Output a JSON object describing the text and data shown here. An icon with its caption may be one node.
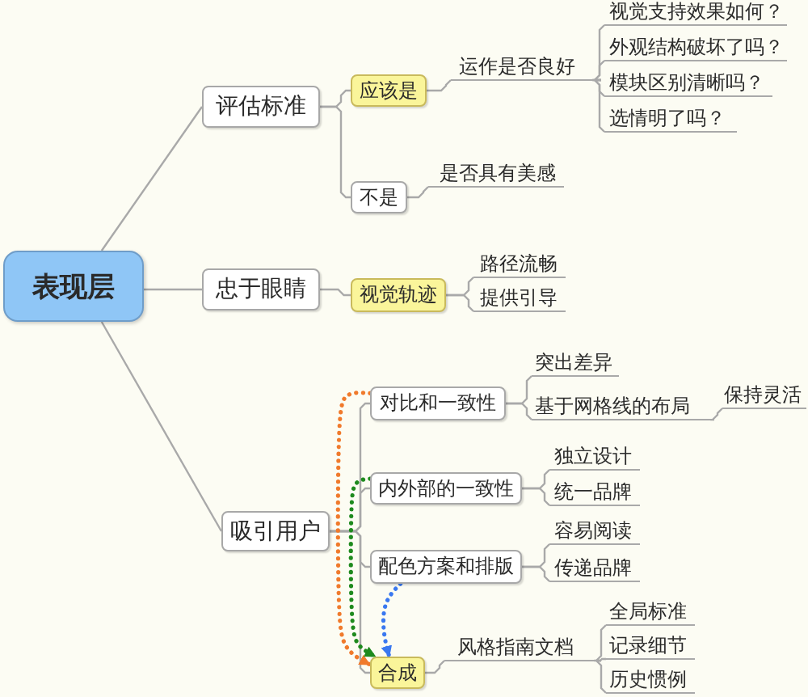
{
  "diagram": {
    "nodes": [
      {
        "text": [
          "表现层"
        ]
      },
      {
        "text": [
          "评估标准"
        ]
      },
      {
        "text": [
          "应该是"
        ]
      },
      {
        "text": [
          "运作是否良好"
        ]
      },
      {
        "text": [
          "视觉支持效果如何？"
        ]
      },
      {
        "text": [
          "外观结构破坏了吗？"
        ]
      },
      {
        "text": [
          "模块区别清晰吗？"
        ]
      },
      {
        "text": [
          "选情明了吗？"
        ]
      },
      {
        "text": [
          "不是"
        ]
      },
      {
        "text": [
          "是否具有美感"
        ]
      },
      {
        "text": [
          "忠于眼睛"
        ]
      },
      {
        "text": [
          "视觉轨迹"
        ]
      },
      {
        "text": [
          "路径流畅"
        ]
      },
      {
        "text": [
          "提供引导"
        ]
      },
      {
        "text": [
          "吸引用户"
        ]
      },
      {
        "text": [
          "对比和一致性"
        ]
      },
      {
        "text": [
          "突出差异"
        ]
      },
      {
        "text": [
          "基于网格线的布局"
        ]
      },
      {
        "text": [
          "保持灵活"
        ]
      },
      {
        "text": [
          "内外部的一致性"
        ]
      },
      {
        "text": [
          "独立设计"
        ]
      },
      {
        "text": [
          "统一品牌"
        ]
      },
      {
        "text": [
          "配色方案和排版"
        ]
      },
      {
        "text": [
          "容易阅读"
        ]
      },
      {
        "text": [
          "传递品牌"
        ]
      },
      {
        "text": [
          "合成"
        ]
      },
      {
        "text": [
          "风格指南文档"
        ]
      },
      {
        "text": [
          "全局标准"
        ]
      },
      {
        "text": [
          "记录细节"
        ]
      },
      {
        "text": [
          "历史惯例"
        ]
      }
    ],
    "edges": [
      {
        "from": 0,
        "to": 1,
        "arrow": "none"
      },
      {
        "from": 0,
        "to": 10,
        "arrow": "none"
      },
      {
        "from": 0,
        "to": 14,
        "arrow": "none"
      },
      {
        "from": 1,
        "to": 2,
        "arrow": "none"
      },
      {
        "from": 1,
        "to": 8,
        "arrow": "none"
      },
      {
        "from": 2,
        "to": 3,
        "arrow": "none"
      },
      {
        "from": 3,
        "to": 4,
        "arrow": "none"
      },
      {
        "from": 3,
        "to": 5,
        "arrow": "none"
      },
      {
        "from": 3,
        "to": 6,
        "arrow": "none"
      },
      {
        "from": 3,
        "to": 7,
        "arrow": "none"
      },
      {
        "from": 8,
        "to": 9,
        "arrow": "none"
      },
      {
        "from": 10,
        "to": 11,
        "arrow": "none"
      },
      {
        "from": 11,
        "to": 12,
        "arrow": "none"
      },
      {
        "from": 11,
        "to": 13,
        "arrow": "none"
      },
      {
        "from": 14,
        "to": 15,
        "arrow": "none"
      },
      {
        "from": 14,
        "to": 19,
        "arrow": "none"
      },
      {
        "from": 14,
        "to": 22,
        "arrow": "none"
      },
      {
        "from": 14,
        "to": 25,
        "arrow": "none"
      },
      {
        "from": 15,
        "to": 16,
        "arrow": "none"
      },
      {
        "from": 15,
        "to": 17,
        "arrow": "none"
      },
      {
        "from": 17,
        "to": 18,
        "arrow": "none"
      },
      {
        "from": 19,
        "to": 20,
        "arrow": "none"
      },
      {
        "from": 19,
        "to": 21,
        "arrow": "none"
      },
      {
        "from": 22,
        "to": 23,
        "arrow": "none"
      },
      {
        "from": 22,
        "to": 24,
        "arrow": "none"
      },
      {
        "from": 25,
        "to": 26,
        "arrow": "none"
      },
      {
        "from": 26,
        "to": 27,
        "arrow": "none"
      },
      {
        "from": 26,
        "to": 28,
        "arrow": "none"
      },
      {
        "from": 26,
        "to": 29,
        "arrow": "none"
      },
      {
        "from": 15,
        "to": 25,
        "arrow": "to",
        "style": "dashed",
        "color": "#f07a2c"
      },
      {
        "from": 19,
        "to": 25,
        "arrow": "to",
        "style": "dashed",
        "color": "#1e8a1e"
      },
      {
        "from": 22,
        "to": 25,
        "arrow": "to",
        "style": "dashed",
        "color": "#3a78f0"
      }
    ]
  }
}
